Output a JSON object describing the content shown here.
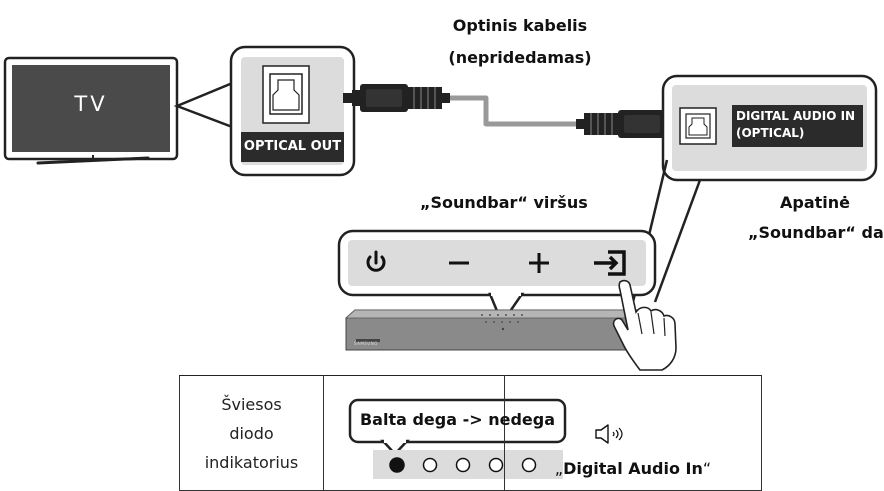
{
  "tv": {
    "label": "TV"
  },
  "tv_port": {
    "label": "OPTICAL OUT"
  },
  "cable": {
    "title_line1": "Optinis kabelis",
    "title_line2": "(nepridedamas)"
  },
  "soundbar_port": {
    "line1": "DIGITAL AUDIO IN",
    "line2": "(OPTICAL)"
  },
  "labels": {
    "top_view": "„Soundbar“ viršus",
    "bottom_line1": "Apatinė",
    "bottom_line2": "„Soundbar“ dalis"
  },
  "soundbar": {
    "brand": "SAMSUNG"
  },
  "buttons": [
    "power-icon",
    "minus-icon",
    "plus-icon",
    "source-icon"
  ],
  "led_table": {
    "row_label": [
      "Šviesos",
      "diodo",
      "indikatorius"
    ],
    "callout": "Balta dega -> nedega",
    "leds": [
      true,
      false,
      false,
      false,
      false
    ],
    "source_label": "Digital Audio In",
    "quote_open": "„",
    "quote_close": "“"
  },
  "colors": {
    "panel_grey": "#d9d9d9",
    "dark": "#1a1a1a",
    "cable_grey": "#999999"
  }
}
